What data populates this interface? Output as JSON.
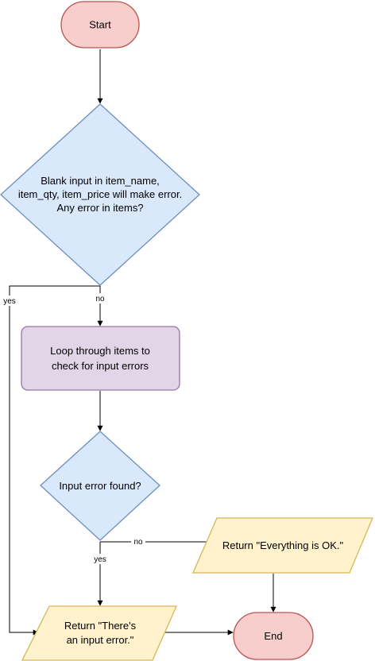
{
  "nodes": {
    "start": {
      "label": "Start"
    },
    "blank_check": {
      "lines": [
        "Blank input in item_name,",
        "item_qty, item_price will make error.",
        "Any error in  items?"
      ]
    },
    "loop": {
      "lines": [
        "Loop through items to",
        "check for input errors"
      ]
    },
    "input_error": {
      "label": "Input error found?"
    },
    "return_ok": {
      "label": "Return \"Everything is OK.\""
    },
    "return_error": {
      "lines": [
        "Return \"There's",
        "an input error.\""
      ]
    },
    "end": {
      "label": "End"
    }
  },
  "edges": {
    "blank_yes": "yes",
    "blank_no": "no",
    "error_no": "no",
    "error_yes": "yes"
  },
  "colors": {
    "terminal_fill": "#f8cecc",
    "terminal_stroke": "#b85450",
    "decision_fill": "#dae8fc",
    "decision_stroke": "#6c8ebf",
    "process_fill": "#e1d5e7",
    "process_stroke": "#9673a6",
    "io_fill": "#fff2cc",
    "io_stroke": "#d6b656",
    "edge": "#000000"
  }
}
